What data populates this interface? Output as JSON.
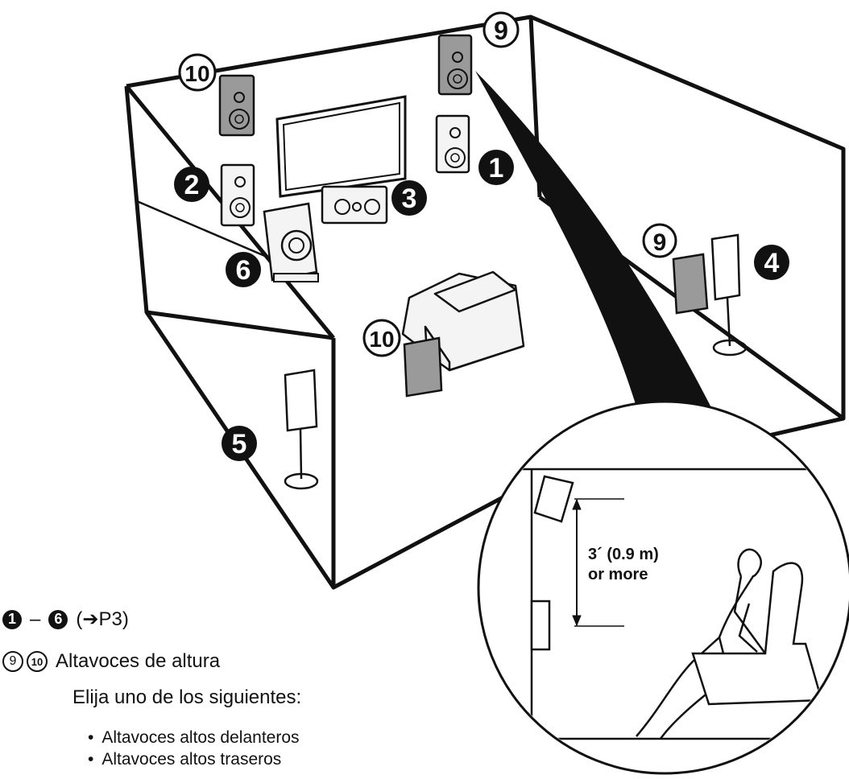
{
  "callouts": {
    "front": "1",
    "front_surround_left": "2",
    "center": "3",
    "surround_right": "4",
    "surround_left": "5",
    "subwoofer": "6",
    "height_a": "9",
    "height_b": "10"
  },
  "inset": {
    "distance_label": "3´ (0.9 m)",
    "distance_label_2": "or more"
  },
  "legend": {
    "range_start": "1",
    "dash": "–",
    "range_end": "6",
    "page_ref": "(➔P3)",
    "height_num_a": "9",
    "height_num_b": "10",
    "height_title": "Altavoces de altura",
    "choose_text": "Elija uno de los siguientes:",
    "options": [
      "Altavoces altos delanteros",
      "Altavoces altos traseros"
    ]
  },
  "colors": {
    "ink": "#111111",
    "speaker_gray": "#9a9a9a",
    "speaker_light": "#f4f4f4"
  }
}
